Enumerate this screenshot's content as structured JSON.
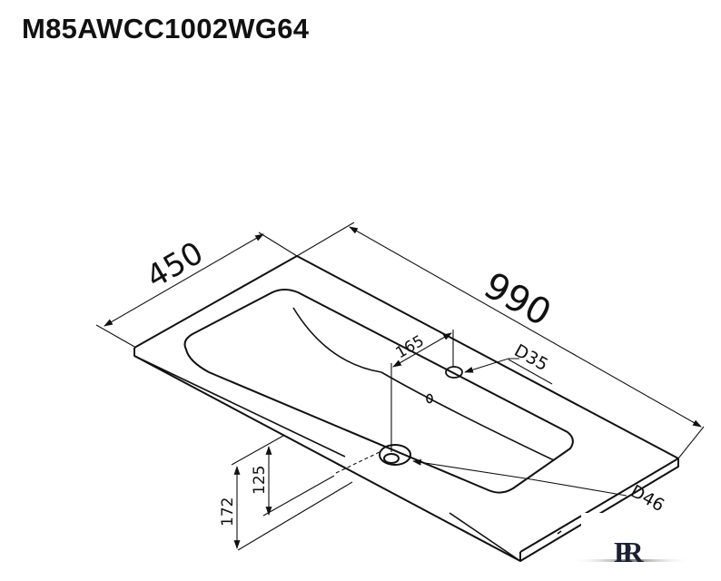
{
  "title": "M85AWCC1002WG64",
  "drawing": {
    "subject": "washbasin isometric dimension drawing",
    "line_color": "#111111",
    "dimensions": {
      "depth": "450",
      "width": "990",
      "tap_offset": "165",
      "tap_hole": "D35",
      "drain_hole": "D46",
      "overall_height": "172",
      "drain_height": "125"
    }
  },
  "logo": {
    "text": "PR",
    "color": "#1b2130"
  }
}
